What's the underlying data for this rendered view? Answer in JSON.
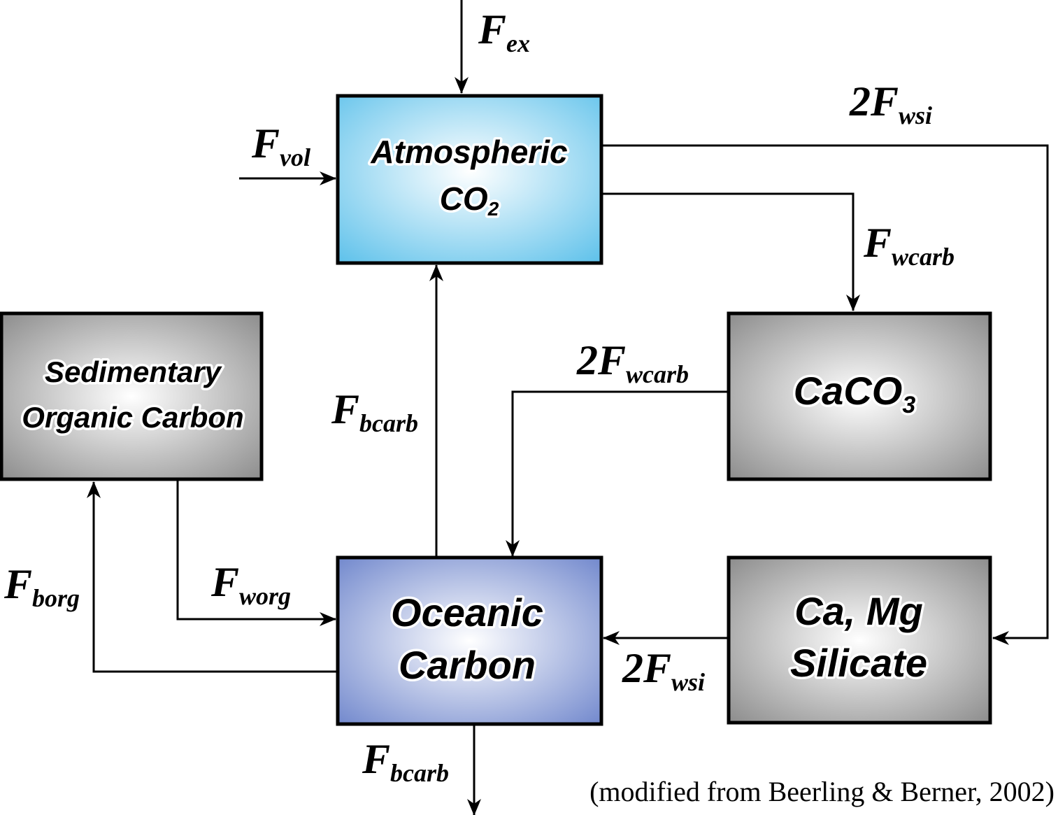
{
  "boxes": {
    "atmospheric": {
      "line1": "Atmospheric",
      "line2_main": "CO",
      "line2_sub": "2",
      "fill_top": "#d7f0fb",
      "fill_edge": "#5bc0ea"
    },
    "sedimentary": {
      "line1": "Sedimentary",
      "line2": "Organic Carbon",
      "fill_center": "#ffffff",
      "fill_edge": "#8a8a8a"
    },
    "caco3": {
      "main": "CaCO",
      "sub": "3",
      "fill_center": "#ffffff",
      "fill_edge": "#8a8a8a"
    },
    "oceanic": {
      "line1": "Oceanic",
      "line2": "Carbon",
      "fill_center": "#ffffff",
      "fill_edge": "#6f86cc"
    },
    "silicate": {
      "line1": "Ca, Mg",
      "line2": "Silicate",
      "fill_center": "#ffffff",
      "fill_edge": "#8a8a8a"
    }
  },
  "fluxes": {
    "f_ex": {
      "pre": "",
      "main": "F",
      "sub": "ex"
    },
    "f_vol": {
      "pre": "",
      "main": "F",
      "sub": "vol"
    },
    "f_wsi_top": {
      "pre": "2",
      "main": "F",
      "sub": "wsi"
    },
    "f_wcarb": {
      "pre": "",
      "main": "F",
      "sub": "wcarb"
    },
    "f_wcarb_2": {
      "pre": "2",
      "main": "F",
      "sub": "wcarb"
    },
    "f_bcarb_up": {
      "pre": "",
      "main": "F",
      "sub": "bcarb"
    },
    "f_borg": {
      "pre": "",
      "main": "F",
      "sub": "borg"
    },
    "f_worg": {
      "pre": "",
      "main": "F",
      "sub": "worg"
    },
    "f_wsi_bottom": {
      "pre": "2",
      "main": "F",
      "sub": "wsi"
    },
    "f_bcarb_down": {
      "pre": "",
      "main": "F",
      "sub": "bcarb"
    }
  },
  "credit": "(modified from Beerling & Berner, 2002)"
}
